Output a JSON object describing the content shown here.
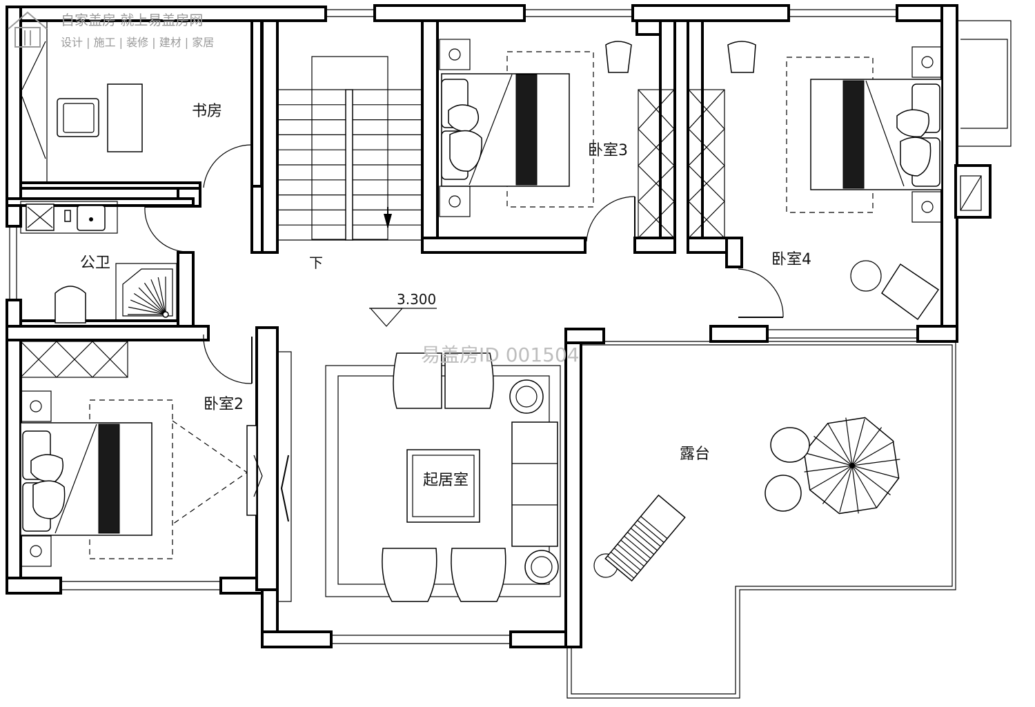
{
  "watermark": {
    "logo_line1": "自家盖房 就上易盖房网",
    "logo_line2": "设计 | 施工 | 装修 | 建材 | 家居",
    "id_text": "易盖房ID 001504"
  },
  "rooms": {
    "study": "书房",
    "bedroom3": "卧室3",
    "bedroom4": "卧室4",
    "bathroom": "公卫",
    "bedroom2": "卧室2",
    "living": "起居室",
    "terrace": "露台"
  },
  "stair_label": "下",
  "level_mark": "3.300"
}
